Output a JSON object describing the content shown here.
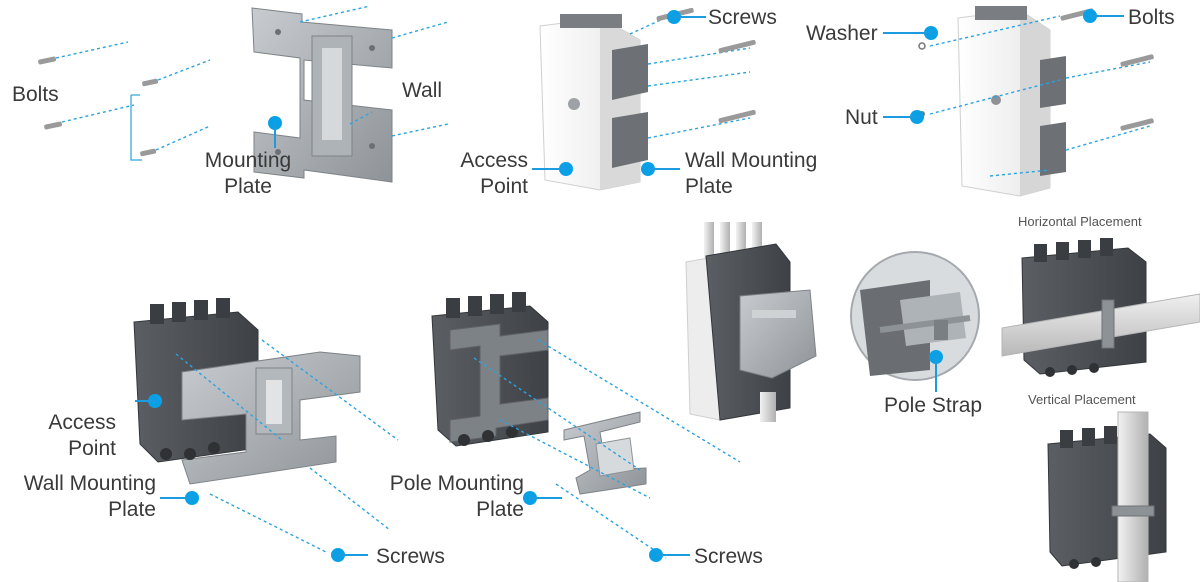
{
  "colors": {
    "accent": "#0aa0e6",
    "metal": "#9aa0a6",
    "device_dark": "#4a4d52",
    "device_white": "#f4f4f4"
  },
  "labels": {
    "bolts_1": "Bolts",
    "mounting_plate_1": [
      "Mounting",
      "Plate"
    ],
    "wall": "Wall",
    "screws_1": "Screws",
    "access_point_1": [
      "Access",
      "Point"
    ],
    "wall_mounting_plate_1": [
      "Wall Mounting",
      "Plate"
    ],
    "washer": "Washer",
    "bolts_2": "Bolts",
    "nut": "Nut",
    "horizontal_placement": "Horizontal Placement",
    "vertical_placement": "Vertical Placement",
    "pole_strap": "Pole Strap",
    "access_point_2": [
      "Access",
      "Point"
    ],
    "wall_mounting_plate_2": [
      "Wall Mounting",
      "Plate"
    ],
    "screws_2": "Screws",
    "pole_mounting_plate": [
      "Pole Mounting",
      "Plate"
    ],
    "screws_3": "Screws"
  }
}
